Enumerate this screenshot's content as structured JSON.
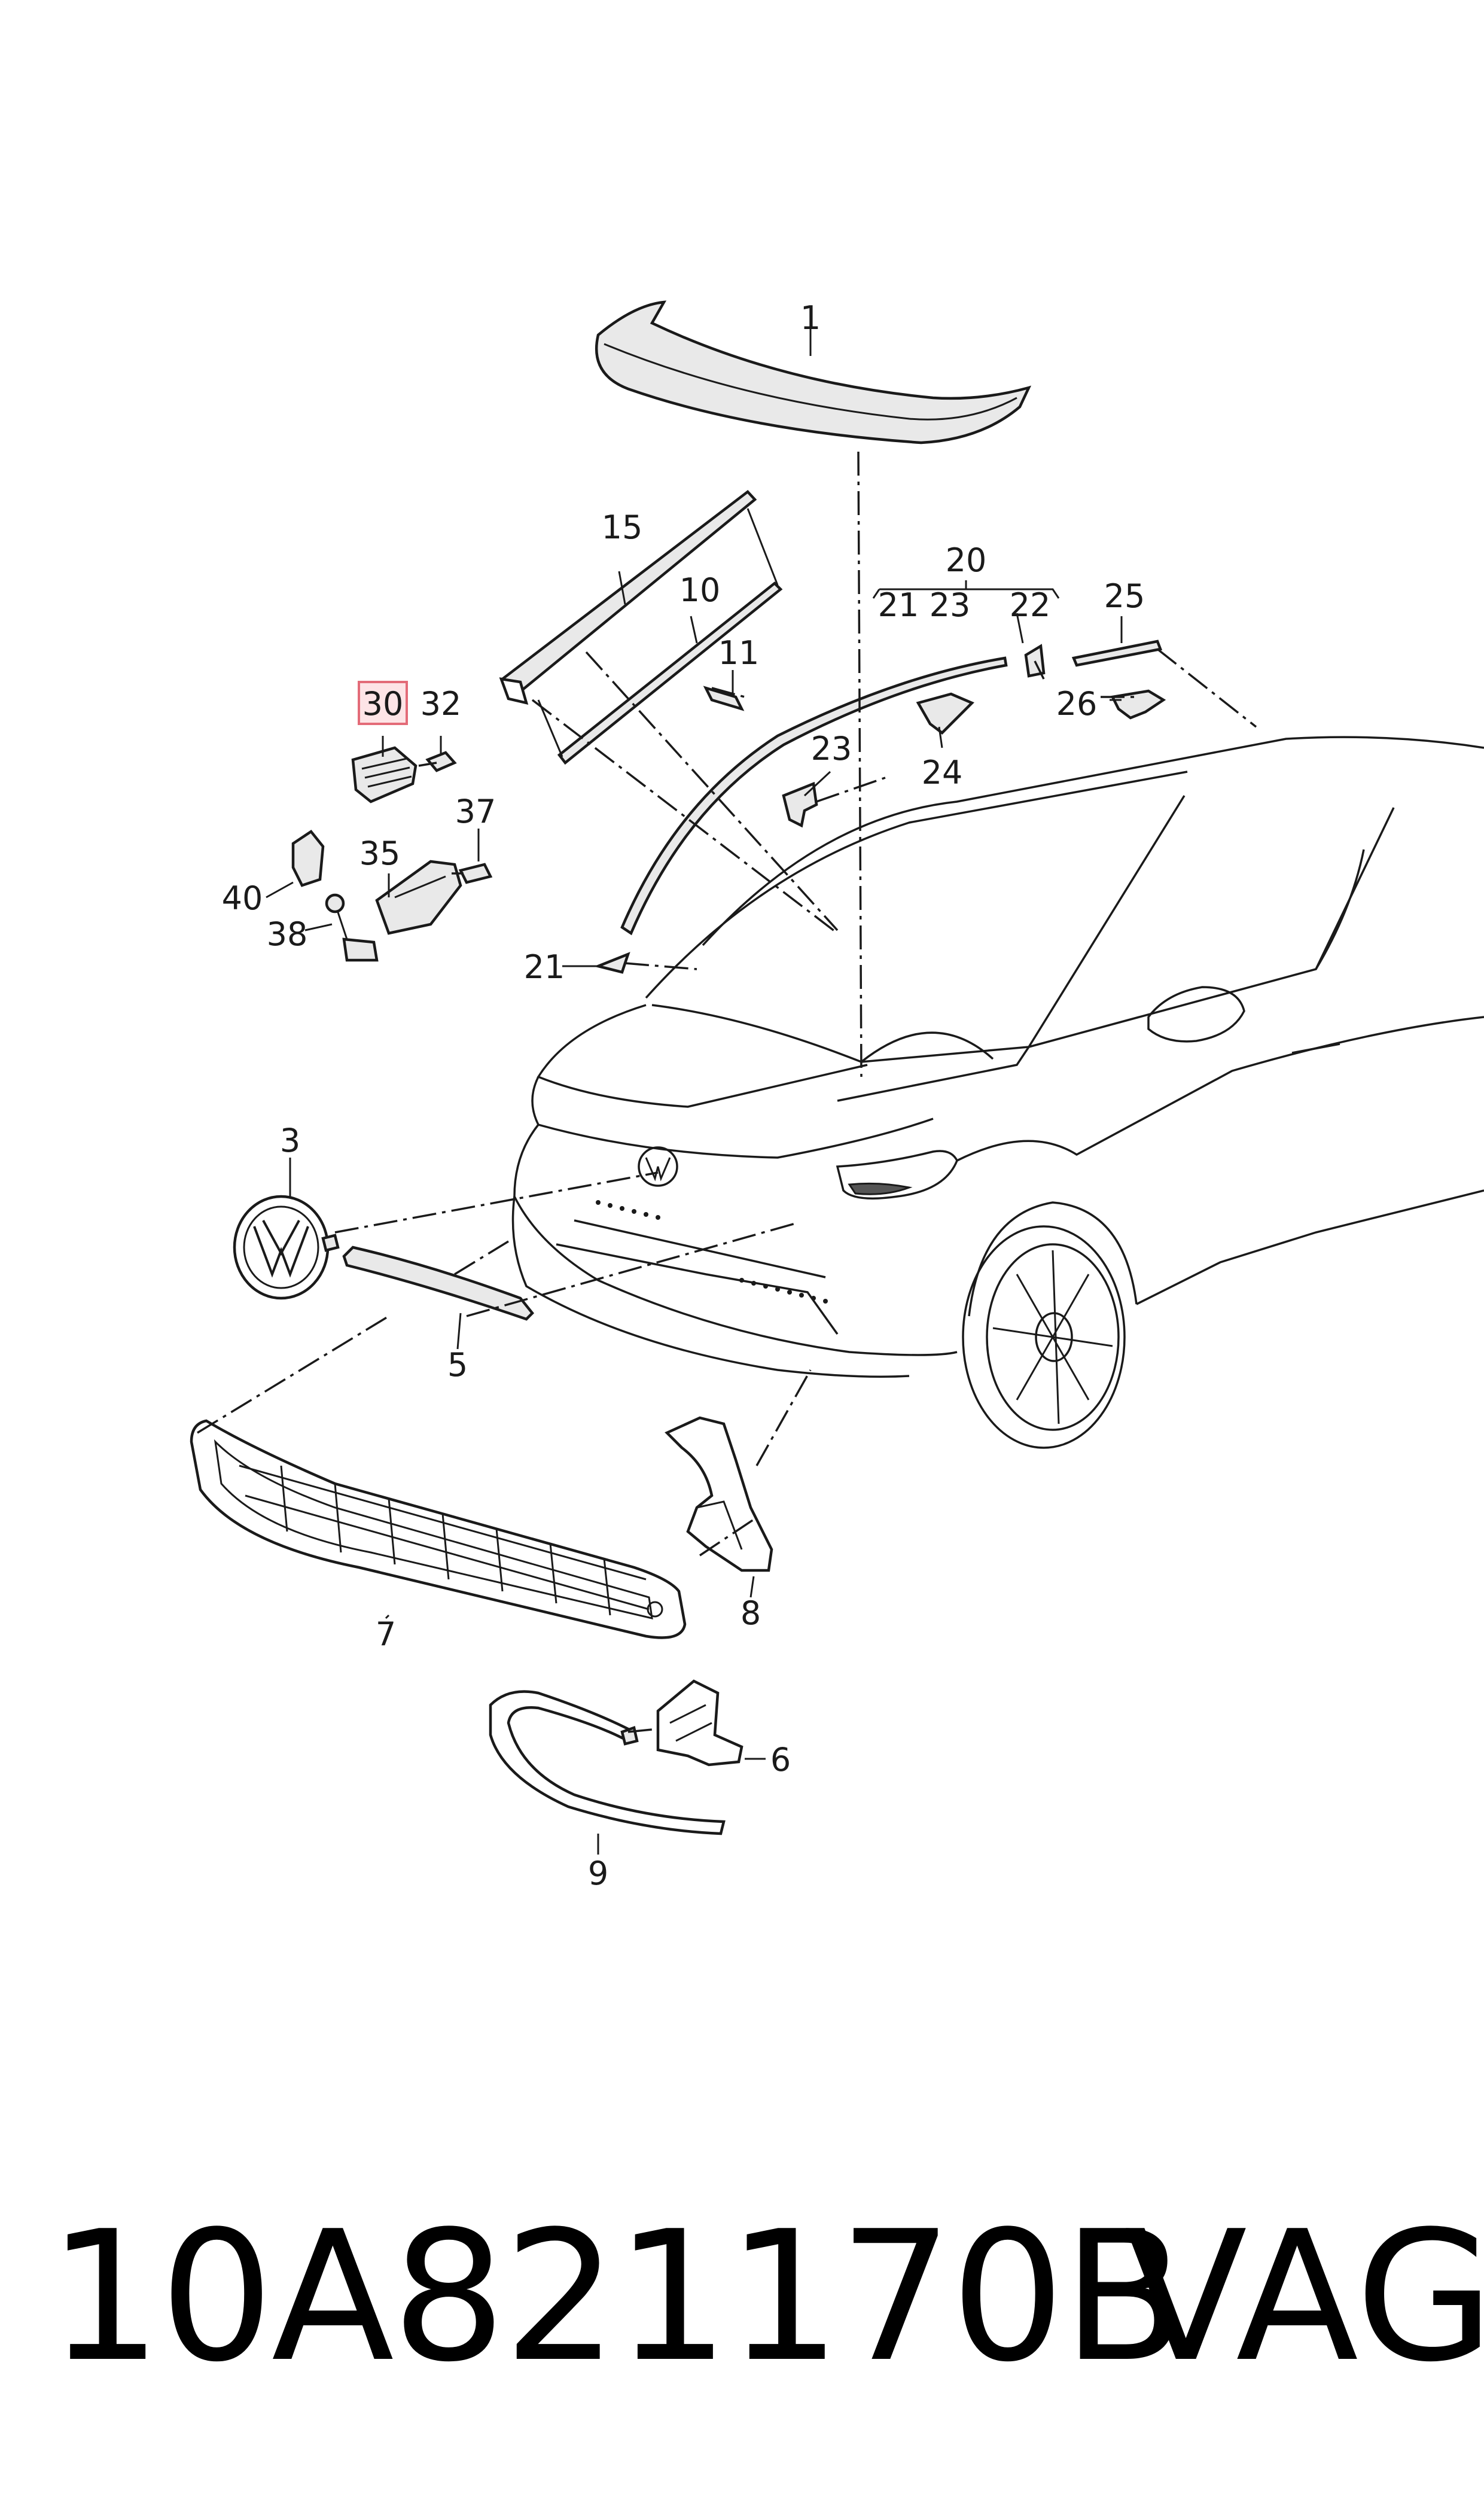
{
  "callouts": {
    "c1": "1",
    "c3": "3",
    "c5": "5",
    "c6": "6",
    "c7": "7",
    "c8": "8",
    "c9": "9",
    "c10": "10",
    "c11": "11",
    "c15": "15",
    "c20": "20",
    "c21a": "21",
    "c21b": "21",
    "c22": "22",
    "c23a": "23",
    "c23b": "23",
    "c24": "24",
    "c25": "25",
    "c26": "26",
    "c30": "30",
    "c32": "32",
    "c35": "35",
    "c37": "37",
    "c38": "38",
    "c40": "40"
  },
  "highlighted_callout": "30",
  "highlight_color": "#e36b78",
  "footer": {
    "part_number": "10A821170B",
    "brand": "VAG"
  }
}
